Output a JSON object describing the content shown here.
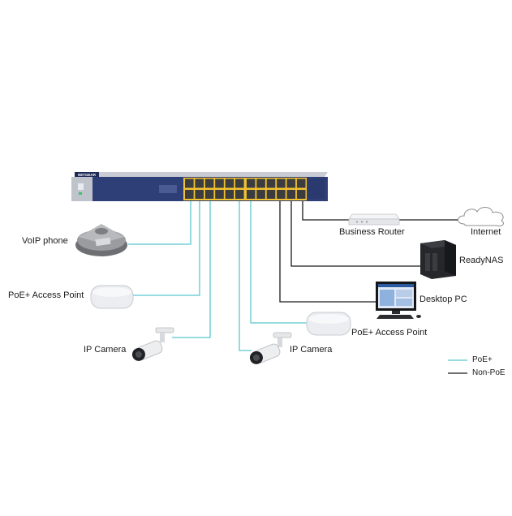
{
  "switch": {
    "brand": "NETGEAR"
  },
  "devices": {
    "voip_phone": "VoIP phone",
    "access_point_left": "PoE+ Access Point",
    "ip_camera_left": "IP Camera",
    "ip_camera_right": "IP Camera",
    "access_point_right": "PoE+ Access Point",
    "business_router": "Business Router",
    "internet": "Internet",
    "readynas": "ReadyNAS",
    "desktop_pc": "Desktop PC"
  },
  "legend": {
    "poe": {
      "label": "PoE+",
      "color": "#5bc8cf"
    },
    "non_poe": {
      "label": "Non-PoE",
      "color": "#1a1a1a"
    }
  },
  "colors": {
    "switch_body": "#2e3f78",
    "port_amber": "#f2c230"
  },
  "icons": {
    "switch": "network-switch-icon",
    "voip_phone": "conference-phone-icon",
    "access_point": "wireless-access-point-icon",
    "ip_camera": "bullet-camera-icon",
    "router": "router-icon",
    "internet": "cloud-icon",
    "nas": "nas-storage-icon",
    "desktop_pc": "desktop-computer-icon"
  }
}
